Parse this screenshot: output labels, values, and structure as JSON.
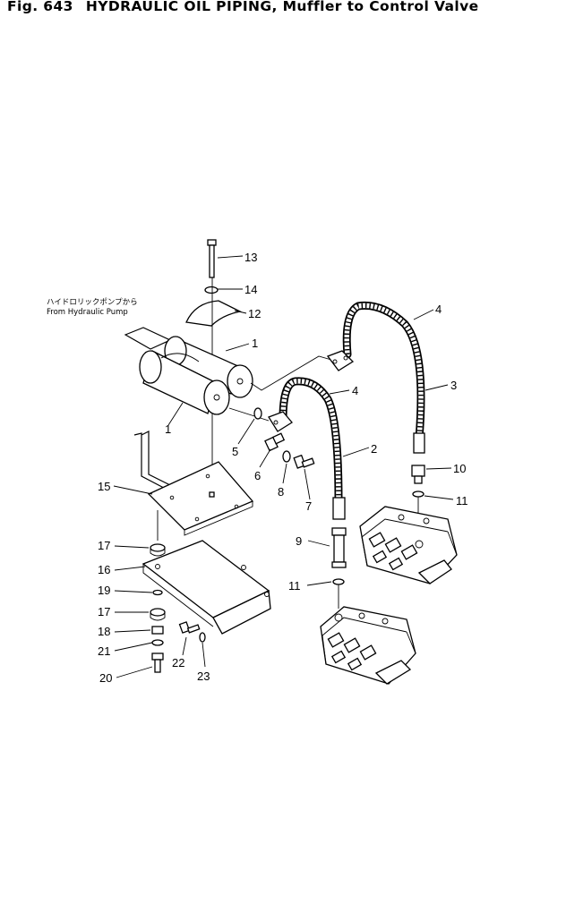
{
  "figure": {
    "number": "Fig. 643",
    "title": "HYDRAULIC OIL PIPING, Muffler to Control Valve"
  },
  "source_label": {
    "japanese": "ハイドロリックポンプから",
    "english": "From Hydraulic Pump"
  },
  "callouts": [
    "13",
    "14",
    "12",
    "1",
    "1",
    "4",
    "4",
    "3",
    "2",
    "5",
    "6",
    "8",
    "7",
    "10",
    "11",
    "9",
    "11",
    "15",
    "17",
    "16",
    "19",
    "17",
    "18",
    "21",
    "22",
    "20",
    "23"
  ]
}
